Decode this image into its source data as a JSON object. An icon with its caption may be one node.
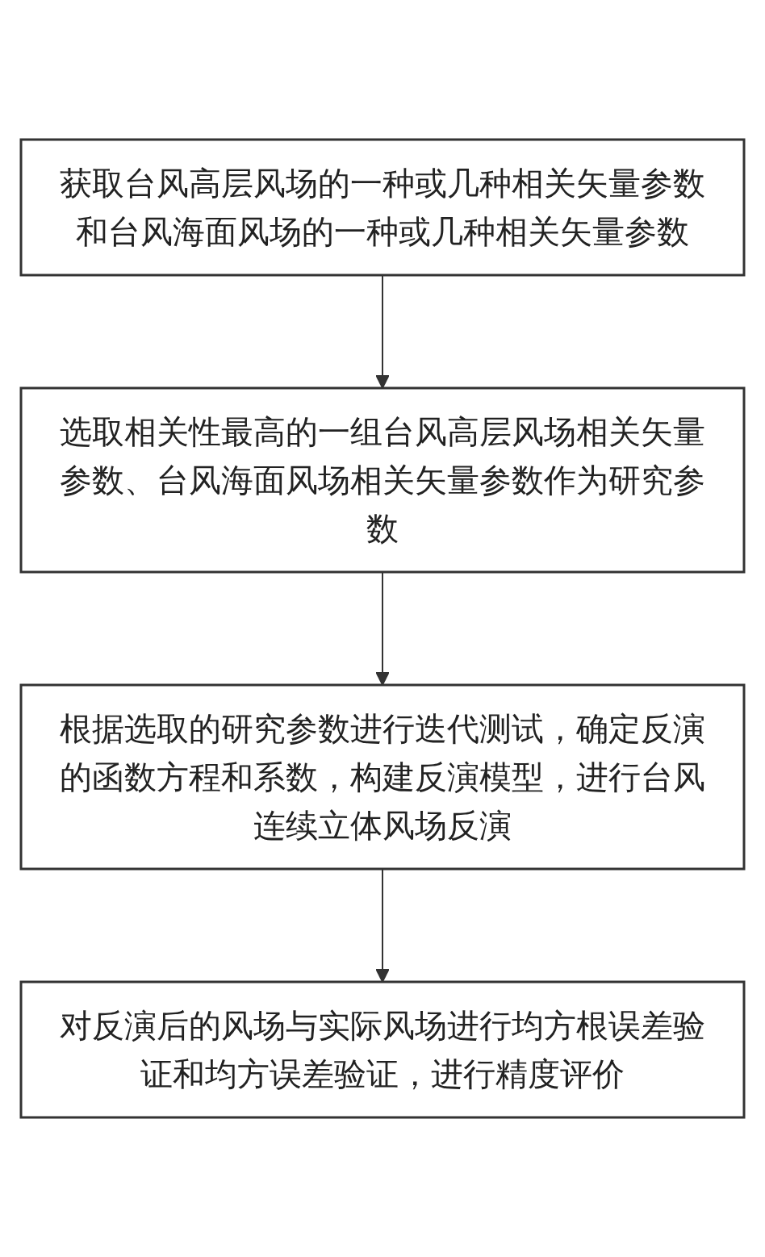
{
  "diagram": {
    "nodes": [
      {
        "text": [
          "获取台风高层风场的一种或几种相关矢量参数和台风海面风场的一种或几种相关矢量参数"
        ]
      },
      {
        "text": [
          "选取相关性最高的一组台风高层风场相关矢量参数、台风海面风场相关矢量参数作为研究参数"
        ]
      },
      {
        "text": [
          "根据选取的研究参数进行迭代测试，确定反演的函数方程和系数，构建反演模型，进行台风连续立体风场反演"
        ]
      },
      {
        "text": [
          "对反演后的风场与实际风场进行均方根误差验证和均方误差验证，进行精度评价"
        ]
      }
    ],
    "edges": [
      {
        "from": 0,
        "to": 1,
        "arrow": "to"
      },
      {
        "from": 1,
        "to": 2,
        "arrow": "to"
      },
      {
        "from": 2,
        "to": 3,
        "arrow": "to"
      }
    ]
  }
}
